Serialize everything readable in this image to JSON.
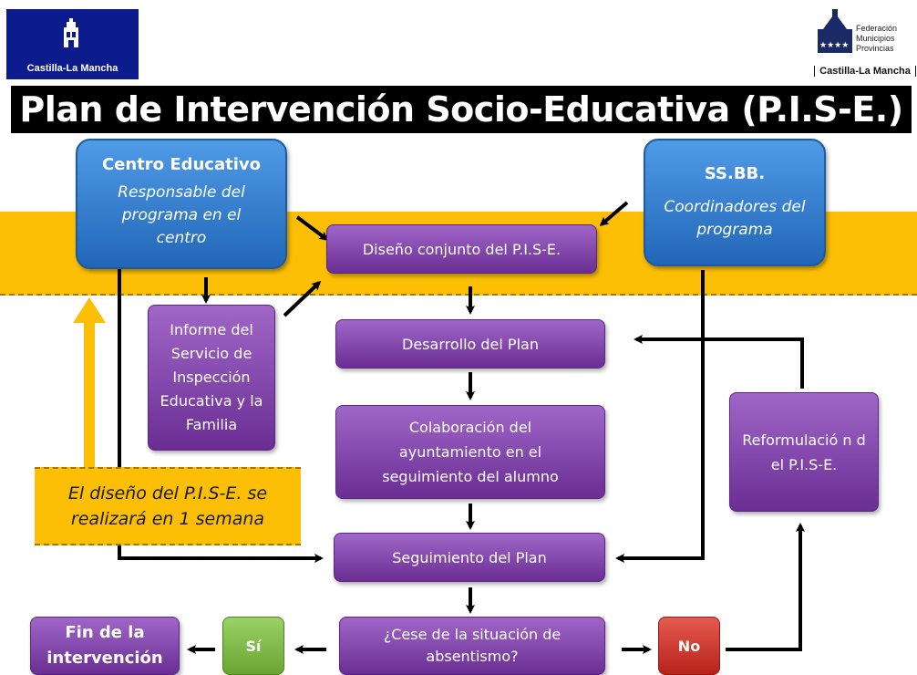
{
  "logos": {
    "left_text": "Castilla-La Mancha",
    "right_lines": [
      "Federación",
      "Municipios",
      "Provincias",
      "Castilla-La Mancha"
    ]
  },
  "title": "Plan de Intervención Socio-Educativa (P.I.S-E.)",
  "boxes": {
    "centro_title": "Centro Educativo",
    "centro_sub": "Responsable del programa en el centro",
    "ssbb_title": "SS.BB.",
    "ssbb_sub": "Coordinadores del programa",
    "diseno": "Diseño conjunto del P.I.S-E.",
    "informe": "Informe del Servicio de Inspección Educativa y la Familia",
    "desarrollo": "Desarrollo del Plan",
    "colaboracion": "Colaboración del ayuntamiento en el seguimiento del alumno",
    "reformulacion": "Reformulació n del P.I.S-E.",
    "seguimiento": "Seguimiento del Plan",
    "cese": "¿Cese de la situación de absentismo?",
    "si": "Sí",
    "no": "No",
    "fin": "Fin de la intervención"
  },
  "note": "El diseño del P.I.S-E. se realizará en 1 semana",
  "colors": {
    "band": "#fcbf05",
    "blue": "#3a82d4",
    "purple": "#7f3fae",
    "green": "#7fbf45",
    "red": "#d23a30"
  }
}
